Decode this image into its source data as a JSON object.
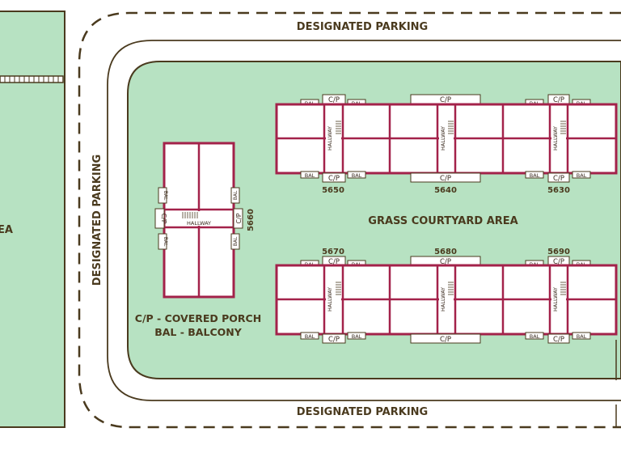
{
  "labels": {
    "parking_top": "DESIGNATED PARKING",
    "parking_bottom": "DESIGNATED PARKING",
    "parking_left": "DESIGNATED PARKING",
    "courtyard": "GRASS COURTYARD AREA",
    "left_area_fragment": "EA",
    "legend_line1": "C/P - COVERED PORCH",
    "legend_line2": "BAL - BALCONY"
  },
  "tags": {
    "cp": "C/P",
    "bal": "BAL",
    "hallway": "HALLWAY"
  },
  "buildings": {
    "b5650": "5650",
    "b5640": "5640",
    "b5630": "5630",
    "b5670": "5670",
    "b5680": "5680",
    "b5690": "5690",
    "b5660": "5660"
  },
  "colors": {
    "grass": "#b7e2c2",
    "wall": "#a3224a",
    "road_line": "#4a3a1e",
    "unit_fill": "#ffffff",
    "text": "#4a3a1e"
  }
}
